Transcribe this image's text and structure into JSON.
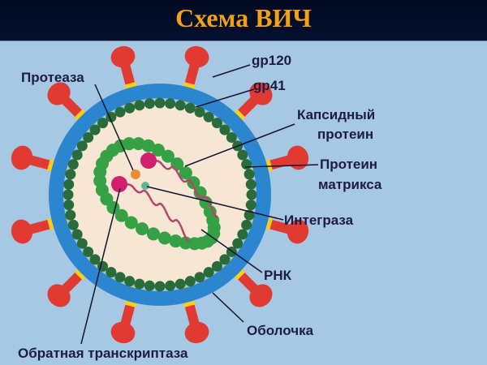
{
  "title": "Схема ВИЧ",
  "labels": {
    "gp120": "gp120",
    "gp41": "gp41",
    "protease": "Протеаза",
    "capsid_1": "Капсидный",
    "capsid_2": "протеин",
    "matrix_1": "Протеин",
    "matrix_2": "матрикса",
    "integrase": "Интеграза",
    "rna": "РНК",
    "envelope": "Оболочка",
    "reverse_transcriptase": "Обратная транскриптаза"
  },
  "colors": {
    "background": "#a6c8e3",
    "title_bar": "#020a22",
    "title_text": "#f3a019",
    "envelope": "#2c86cf",
    "matrix_dots": "#2a6b3a",
    "capsid_dots": "#35a044",
    "interior": "#f7e6d4",
    "spike_head": "#e03a32",
    "spike_base": "#f5cf1a",
    "rna": "#b3466e",
    "enzyme_magenta": "#d0206e",
    "protease_dot": "#ec8a3a",
    "integrase_dot": "#5dba8e",
    "label_text": "#1c1c45"
  }
}
